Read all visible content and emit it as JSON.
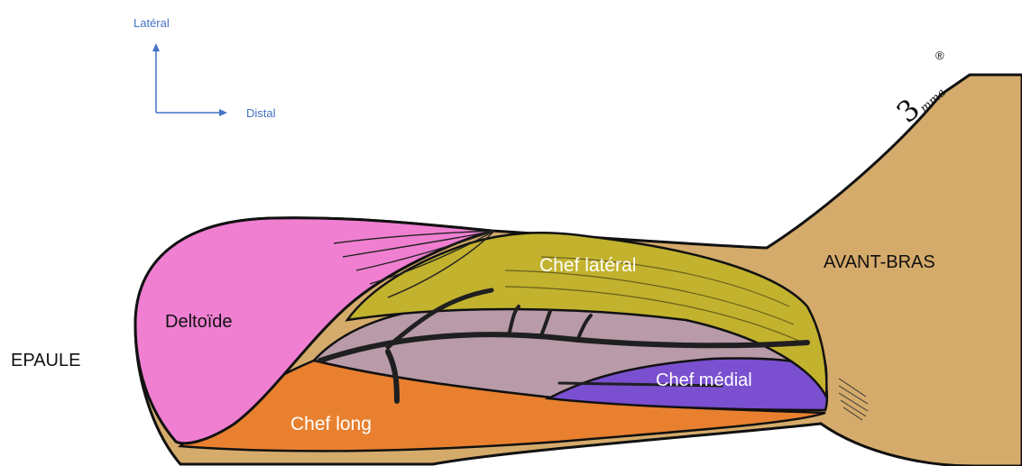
{
  "orientation": {
    "lateral_label": "Latéral",
    "distal_label": "Distal",
    "arrow_color": "#4472c4"
  },
  "regions": {
    "shoulder": "EPAULE",
    "forearm": "AVANT-BRAS"
  },
  "muscles": {
    "deltoid": {
      "label": "Deltoïde",
      "color": "#f07fd2"
    },
    "lateral_head": {
      "label": "Chef latéral",
      "color": "#c2b22e"
    },
    "medial_head": {
      "label": "Chef médial",
      "color": "#7a4fd0"
    },
    "long_head": {
      "label": "Chef long",
      "color": "#e8802f"
    }
  },
  "tissue_colors": {
    "skin": "#d5ab6b",
    "fascia": "#b89aa8",
    "nerve": "#1f1f1f"
  },
  "signature": {
    "text": "3",
    "suffix": "mma",
    "mark": "®"
  }
}
